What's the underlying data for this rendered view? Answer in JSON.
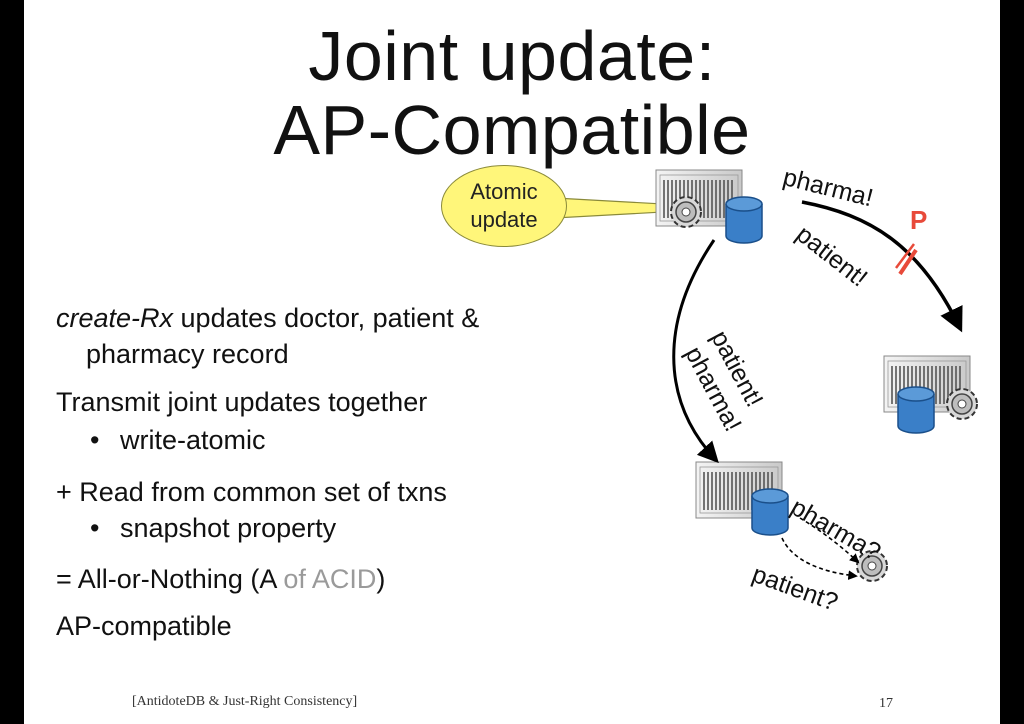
{
  "title": {
    "line1": "Joint update:",
    "line2": "AP-Compatible"
  },
  "body": {
    "l1_italic": "create-Rx",
    "l1_rest": " updates doctor, patient &",
    "l2": "pharmacy record",
    "l3": "Transmit joint updates together",
    "l4_bullet": "•",
    "l4": "write-atomic",
    "l5": "+ Read from common set of txns",
    "l6_bullet": "•",
    "l6": "snapshot property",
    "l7_pre": "= All-or-Nothing (A ",
    "l7_muted": "of ACID",
    "l7_post": ")",
    "l8": "AP-compatible"
  },
  "callout": {
    "line1": "Atomic",
    "line2": "update"
  },
  "labels": {
    "pharma_top": "pharma!",
    "patient_top": "patient!",
    "partition": "P",
    "patient_left": "patient!",
    "pharma_left": "pharma!",
    "pharma_q": "pharma?",
    "patient_q": "patient?"
  },
  "footer": {
    "citation": "[AntidoteDB & Just-Right Consistency]",
    "page": "17"
  },
  "colors": {
    "callout_fill": "#fff67a",
    "partition_red": "#e84a3a",
    "db_blue": "#3a7fc8"
  }
}
